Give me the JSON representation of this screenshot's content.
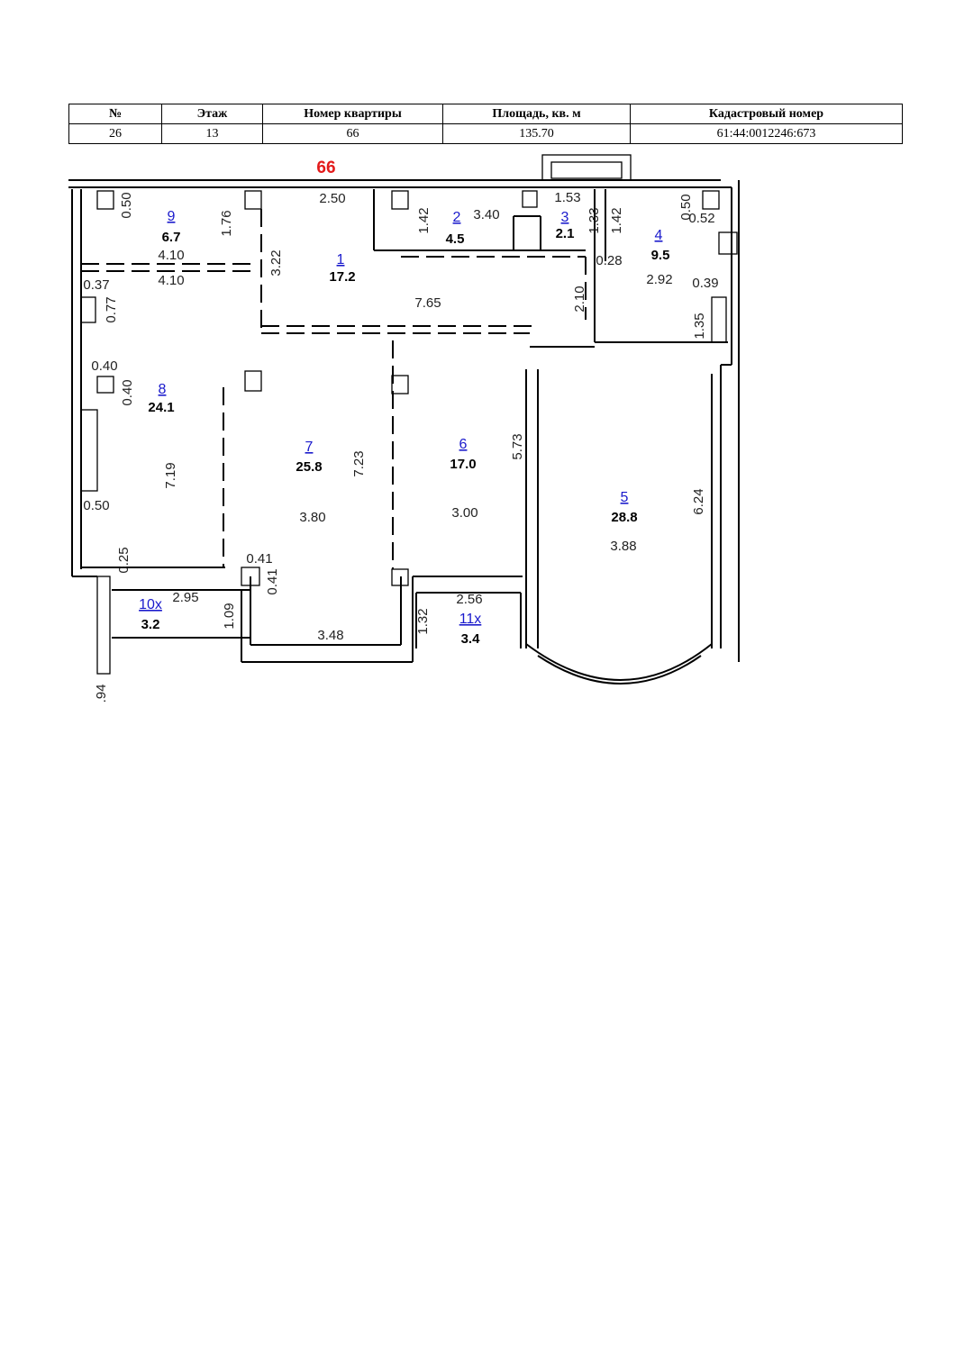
{
  "table": {
    "headers": [
      "№",
      "Этаж",
      "Номер квартиры",
      "Площадь, кв. м",
      "Кадастровый номер"
    ],
    "row": [
      "26",
      "13",
      "66",
      "135.70",
      "61:44:0012246:673"
    ]
  },
  "plan": {
    "flat_number": "66",
    "rooms": [
      {
        "num": "1",
        "area": "17.2"
      },
      {
        "num": "2",
        "area": "4.5"
      },
      {
        "num": "3",
        "area": "2.1"
      },
      {
        "num": "4",
        "area": "9.5"
      },
      {
        "num": "5",
        "area": "28.8"
      },
      {
        "num": "6",
        "area": "17.0"
      },
      {
        "num": "7",
        "area": "25.8"
      },
      {
        "num": "8",
        "area": "24.1"
      },
      {
        "num": "9",
        "area": "6.7"
      },
      {
        "num": "10х",
        "area": "3.2"
      },
      {
        "num": "11х",
        "area": "3.4"
      }
    ],
    "dims": [
      "2.50",
      "0.50",
      "1.76",
      "4.10",
      "4.10",
      "3.22",
      "1.42",
      "3.40",
      "1.53",
      "1.33",
      "1.42",
      "0.50",
      "0.52",
      "0.28",
      "2.92",
      "0.39",
      "1.35",
      "7.65",
      "2.10",
      "0.37",
      "0.77",
      "0.40",
      "0.40",
      "7.19",
      "0.50",
      "0.25",
      "7.23",
      "3.80",
      "5.73",
      "3.00",
      "6.24",
      "3.88",
      "0.41",
      "0.41",
      "2.95",
      "1.09",
      "3.48",
      "1.32",
      "2.56",
      ".94"
    ]
  }
}
